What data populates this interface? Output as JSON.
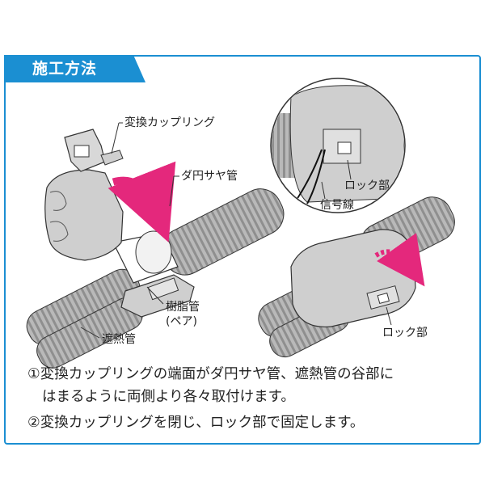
{
  "header": {
    "title": "施工方法",
    "accent_color": "#1b8fd2"
  },
  "left_figure": {
    "labels": {
      "coupling": "変換カップリング",
      "sheath_pipe": "ダ円サヤ管",
      "resin_pipe": "樹脂管",
      "resin_pipe_note": "(ペア)",
      "insulation_pipe": "遮熱管"
    }
  },
  "right_figure": {
    "labels": {
      "lock_top": "ロック部",
      "signal_wire": "信号線",
      "lock_bottom": "ロック部"
    }
  },
  "steps": {
    "step1_line1": "①変換カップリングの端面がダ円サヤ管、遮熱管の谷部に",
    "step1_line2": "はまるように両側より各々取付けます。",
    "step2": "②変換カップリングを閉じ、ロック部で固定します。"
  },
  "colors": {
    "arrow": "#e4287c",
    "pipe": "#9a9a9a",
    "coupling": "#c8c8c8"
  }
}
